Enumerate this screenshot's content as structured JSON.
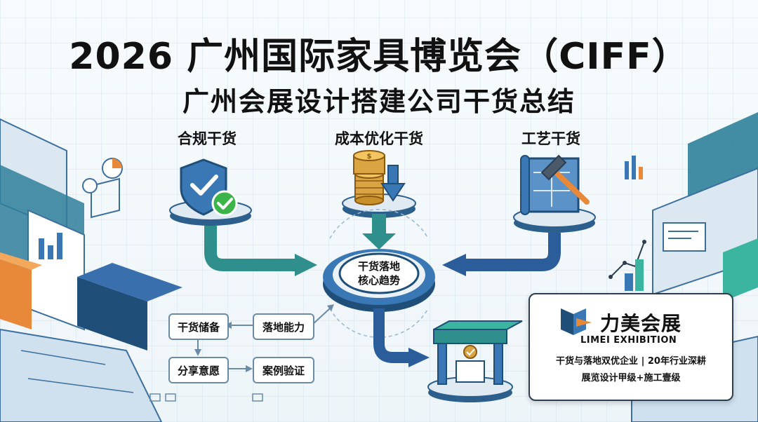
{
  "header": {
    "title": "2026 广州国际家具博览会（CIFF）",
    "subtitle": "广州会展设计搭建公司干货总结"
  },
  "categories": {
    "compliance": "合规干货",
    "cost": "成本优化干货",
    "craft": "工艺干货"
  },
  "center": {
    "line1": "干货落地",
    "line2": "核心趋势"
  },
  "flow": {
    "reserve": "干货储备",
    "ability": "落地能力",
    "willingness": "分享意愿",
    "case": "案例验证"
  },
  "brand": {
    "name": "力美会展",
    "english": "LIMEI EXHIBITION",
    "line1": "干货与落地双优企业 | 20年行业深耕",
    "line2": "展览设计甲级+施工壹级"
  },
  "colors": {
    "navy": "#1f4e79",
    "teal": "#2e8b8b",
    "blue": "#3a78b5",
    "orange": "#e8893a",
    "green": "#3bb54a",
    "gold": "#d9a441"
  },
  "icons": [
    "shield-check-icon",
    "coin-stack-icon",
    "down-arrow-icon",
    "blueprint-icon",
    "hammer-icon",
    "booth-icon",
    "logo-icon"
  ]
}
